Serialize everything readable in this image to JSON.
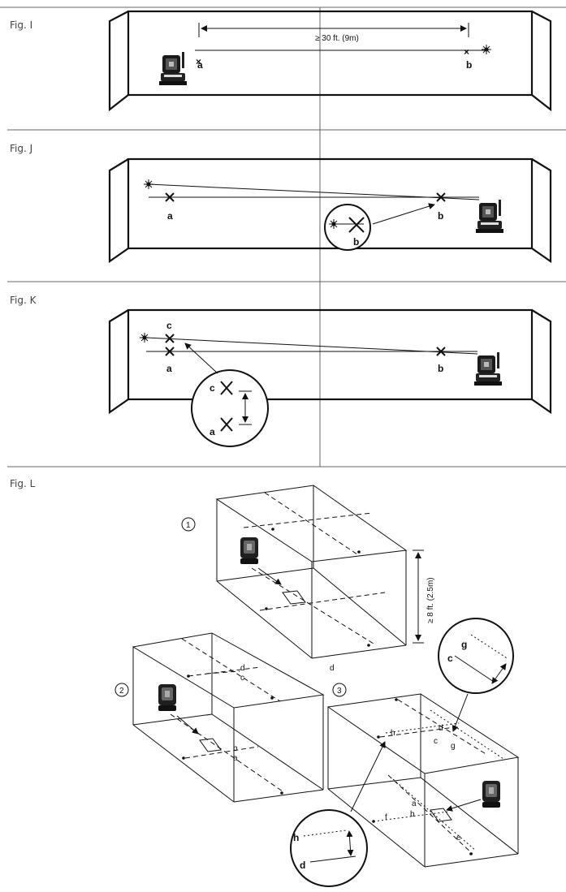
{
  "figures": {
    "fig_i": {
      "title": "Fig. I",
      "labels": [
        "a",
        "b"
      ],
      "distance": "≥ 30 ft. (9m)"
    },
    "fig_j": {
      "title": "Fig. J",
      "labels": [
        "a",
        "b"
      ],
      "inset_label": "b"
    },
    "fig_k": {
      "title": "Fig. K",
      "labels": [
        "c",
        "a",
        "b"
      ],
      "inset_labels": [
        "c",
        "a"
      ]
    },
    "fig_l": {
      "title": "Fig. L",
      "steps": [
        "1",
        "2",
        "3"
      ],
      "height": "≥ 8 ft. (2.5m)",
      "step1_labels": [
        "d"
      ],
      "step2_labels": [
        "d",
        "c",
        "b",
        "a"
      ],
      "step3_labels": [
        "h",
        "d",
        "c",
        "g",
        "a",
        "b",
        "f",
        "e"
      ],
      "inset_gc": [
        "g",
        "c"
      ],
      "inset_hd": [
        "h",
        "d"
      ]
    }
  }
}
